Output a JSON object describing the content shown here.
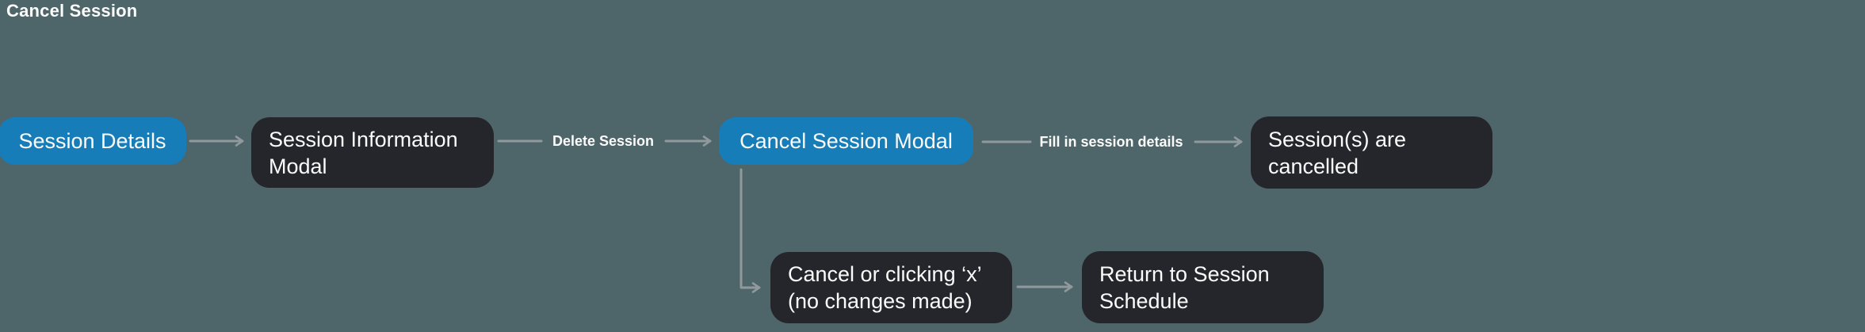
{
  "title": "Cancel Session",
  "colors": {
    "background": "#4e6569",
    "primary_node": "#177db9",
    "dark_node": "#24262b",
    "connector": "#90999b",
    "text": "#fbfbfb"
  },
  "nodes": [
    {
      "id": "session-details",
      "style": "primary",
      "lines": [
        "Session Details"
      ]
    },
    {
      "id": "session-information-modal",
      "style": "dark",
      "lines": [
        "Session Information",
        "Modal"
      ]
    },
    {
      "id": "cancel-session-modal",
      "style": "primary",
      "lines": [
        "Cancel Session Modal"
      ]
    },
    {
      "id": "sessions-are-cancelled",
      "style": "dark",
      "lines": [
        "Session(s) are",
        "cancelled"
      ]
    },
    {
      "id": "cancel-or-clicking-x",
      "style": "dark",
      "lines": [
        "Cancel or clicking ‘x’",
        "(no changes made)"
      ]
    },
    {
      "id": "return-to-session-schedule",
      "style": "dark",
      "lines": [
        "Return to Session",
        "Schedule"
      ]
    }
  ],
  "edges": [
    {
      "from": "session-details",
      "to": "session-information-modal",
      "label": ""
    },
    {
      "from": "session-information-modal",
      "to": "cancel-session-modal",
      "label": "Delete Session"
    },
    {
      "from": "cancel-session-modal",
      "to": "sessions-are-cancelled",
      "label": "Fill in session details"
    },
    {
      "from": "cancel-session-modal",
      "to": "cancel-or-clicking-x",
      "label": ""
    },
    {
      "from": "cancel-or-clicking-x",
      "to": "return-to-session-schedule",
      "label": ""
    }
  ]
}
